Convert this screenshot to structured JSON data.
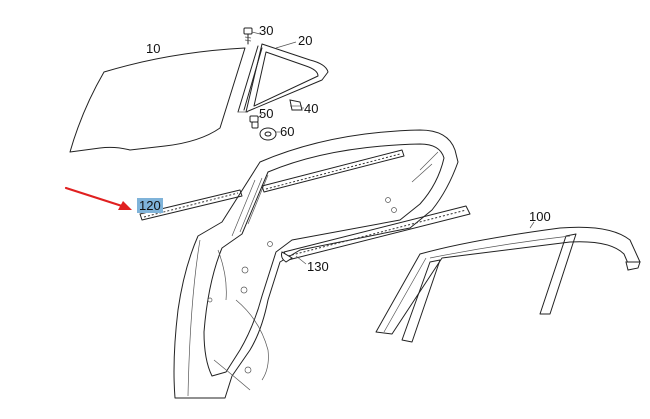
{
  "labels": {
    "p10": "10",
    "p20": "20",
    "p30": "30",
    "p40": "40",
    "p50": "50",
    "p60": "60",
    "p100": "100",
    "p120": "120",
    "p130": "130"
  },
  "colors": {
    "highlight": "#7fb3d9",
    "arrow": "#e02020",
    "line": "#222222"
  },
  "selected_part": "120"
}
